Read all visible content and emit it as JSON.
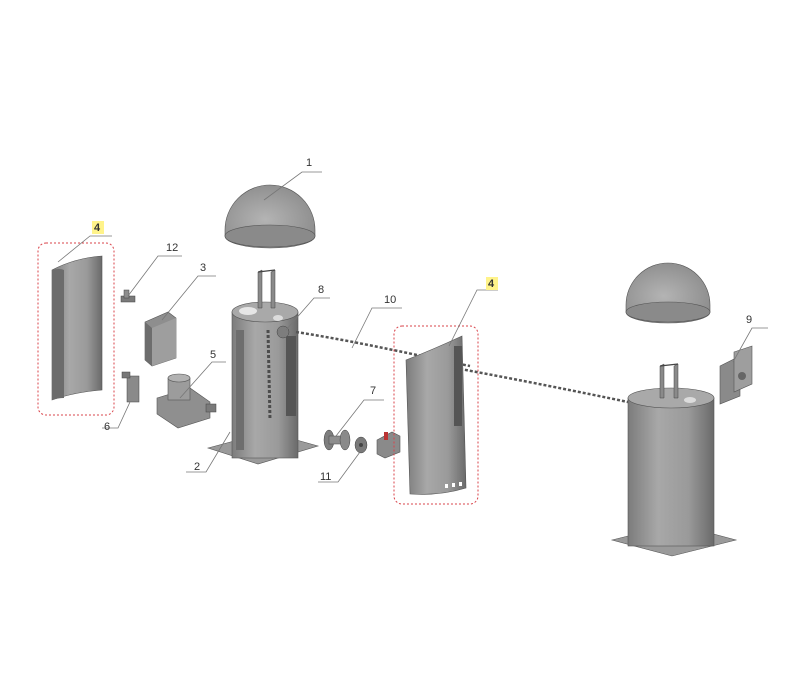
{
  "labels": {
    "l1": "1",
    "l2": "2",
    "l3": "3",
    "l4a": "4",
    "l4b": "4",
    "l5": "5",
    "l6": "6",
    "l7": "7",
    "l8": "8",
    "l9": "9",
    "l10": "10",
    "l11": "11",
    "l12": "12"
  },
  "colors": {
    "part_mid": "#9c9c9c",
    "part_dark": "#6e6e6e",
    "part_light": "#bdbdbd",
    "highlight": "#fff38a",
    "callout_box": "#d9434a",
    "leader": "#777777"
  }
}
